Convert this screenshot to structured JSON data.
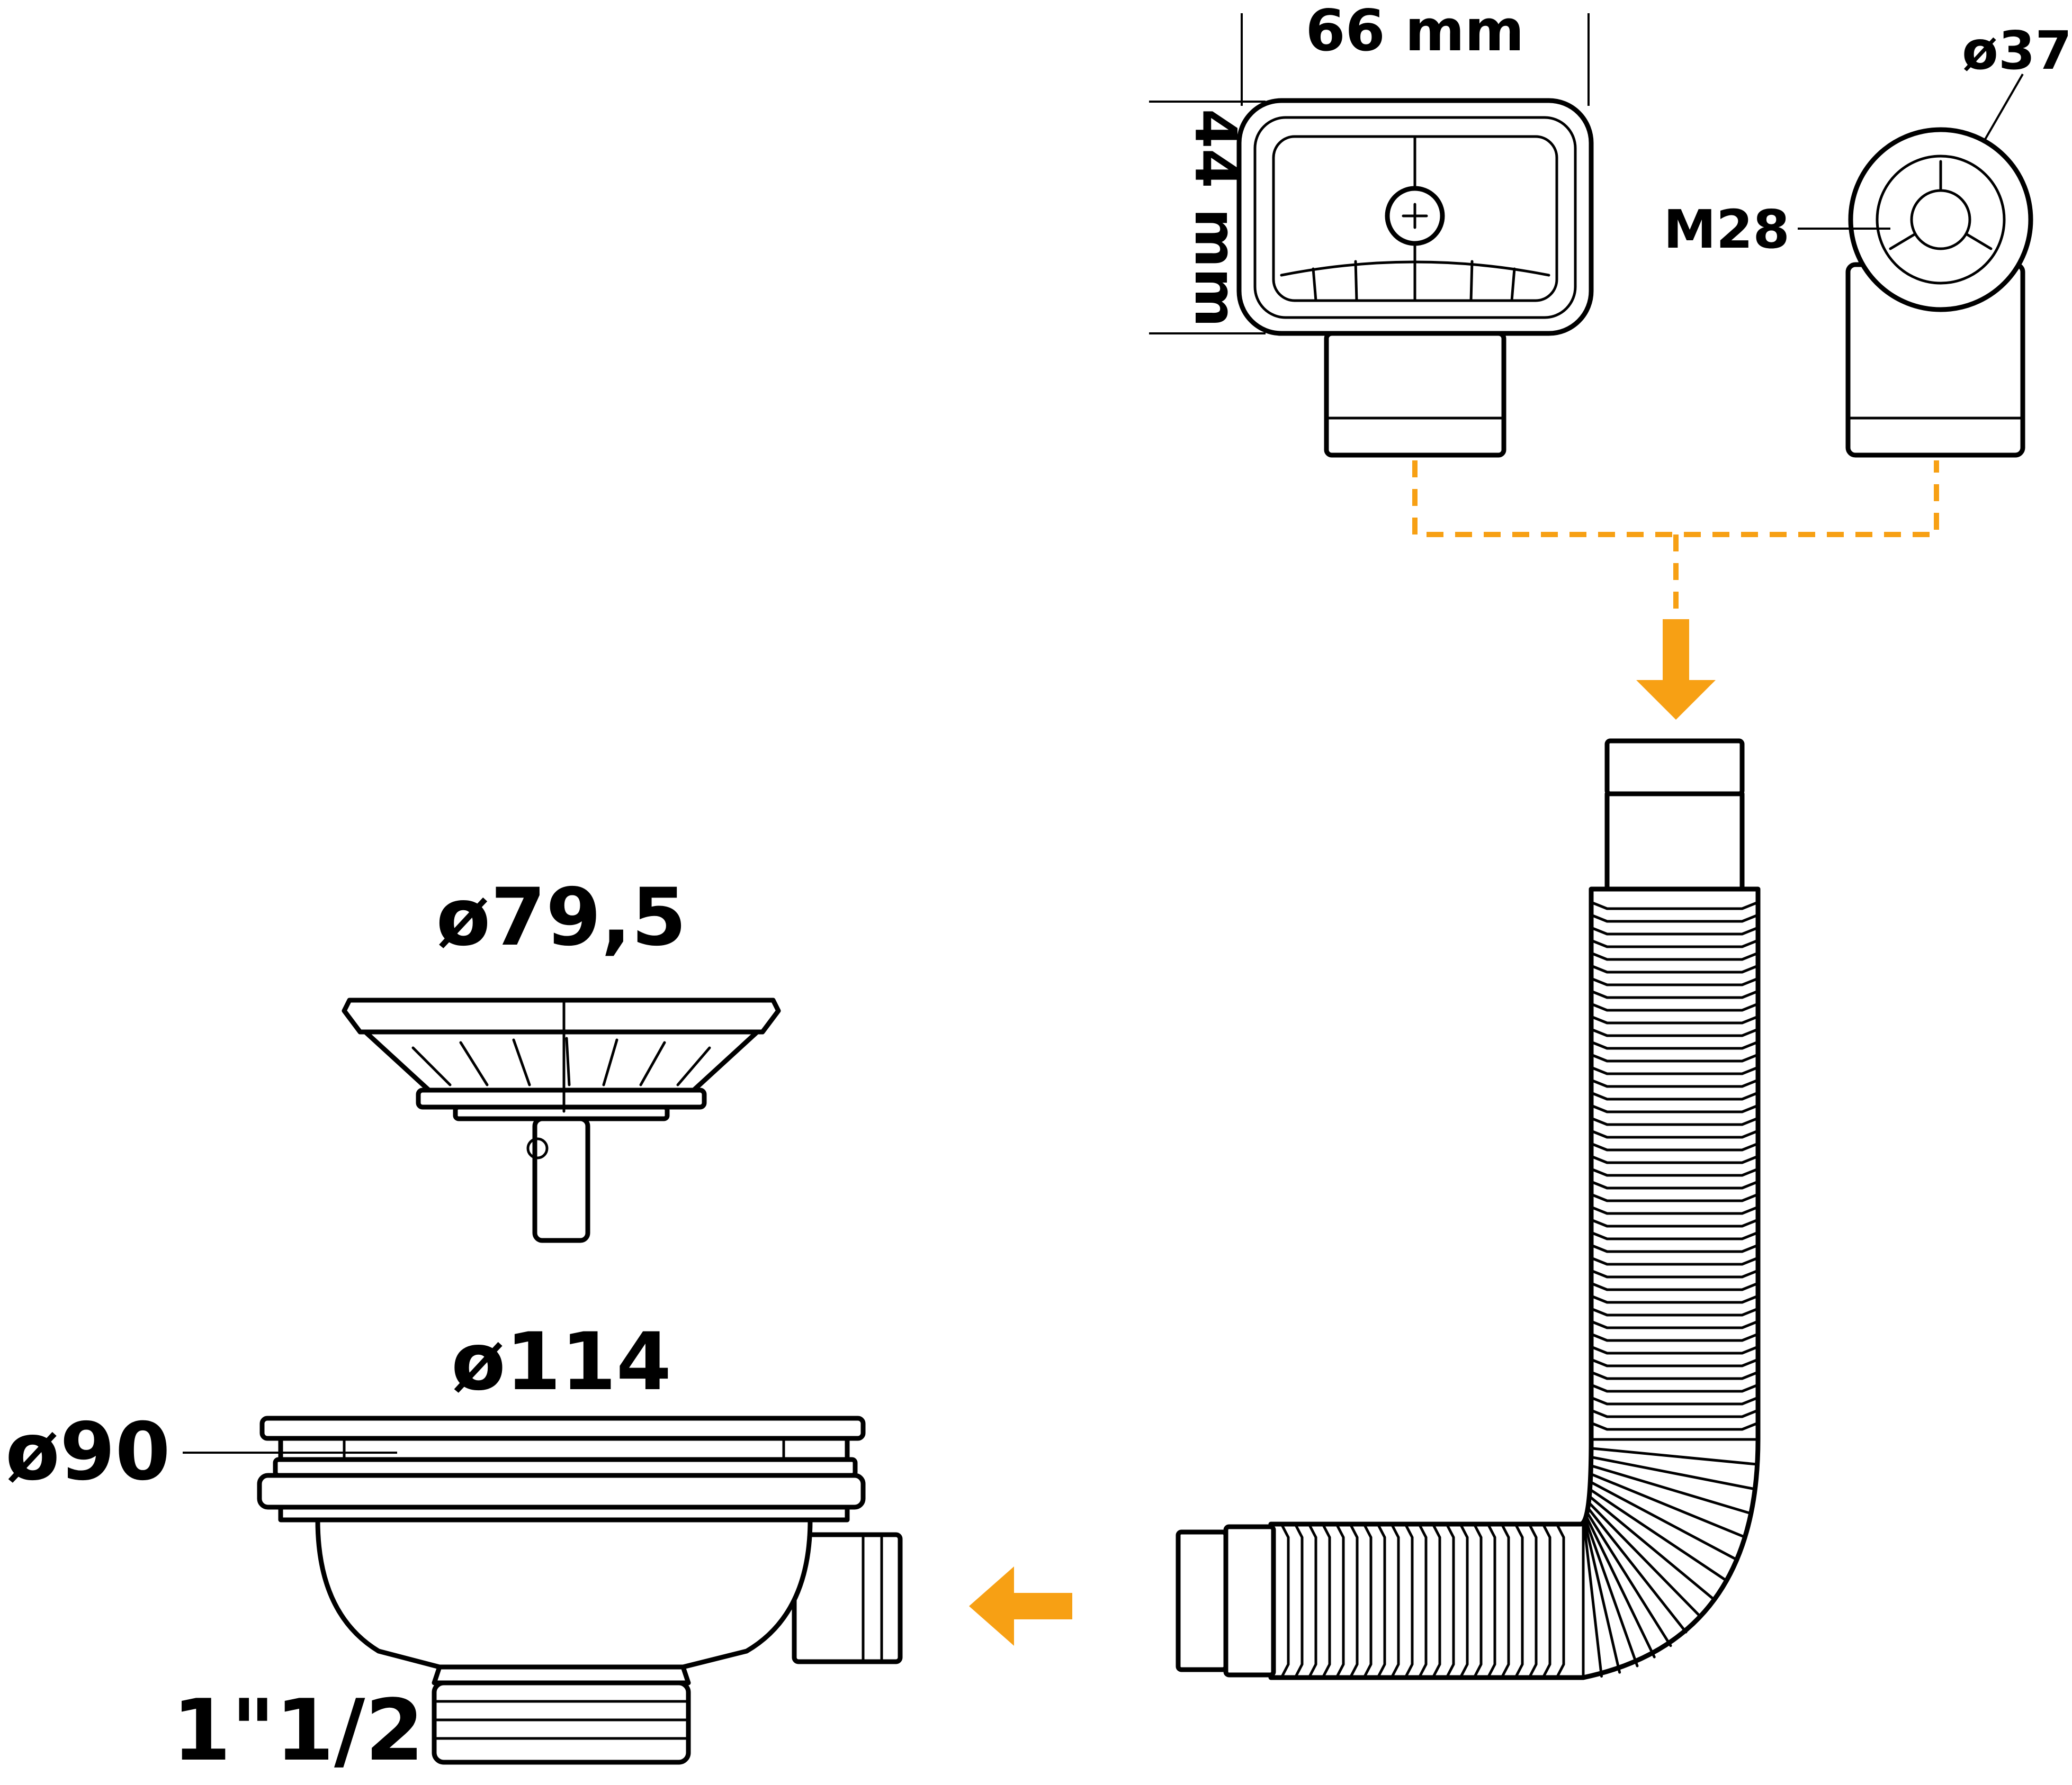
{
  "colors": {
    "accent": "#f7a014",
    "line": "#000000",
    "background": "#ffffff"
  },
  "labels": {
    "overflow_width": "66 mm",
    "overflow_height": "44 mm",
    "round_overflow_diameter": "ø37",
    "thread_size": "M28",
    "strainer_diameter": "ø79,5",
    "flange_outer_diameter": "ø114",
    "flange_inner_diameter": "ø90",
    "outlet_thread": "1\"1/2"
  },
  "icons": [
    "arrow-down-icon",
    "arrow-left-icon"
  ]
}
